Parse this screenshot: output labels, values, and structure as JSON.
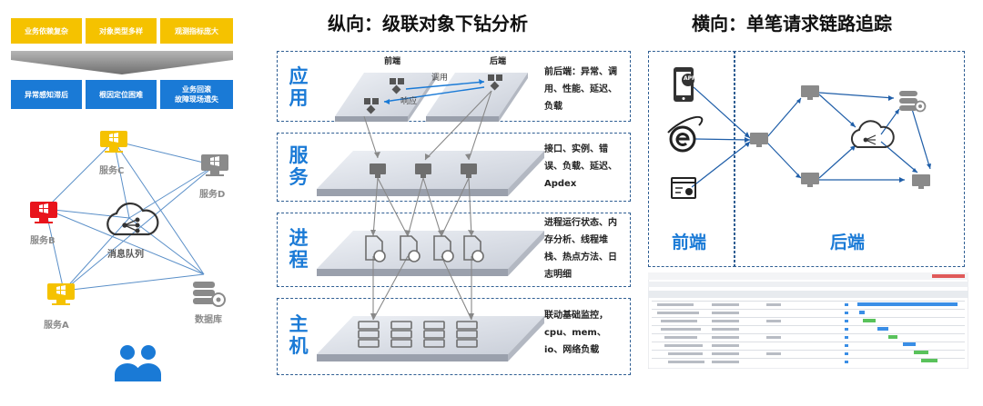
{
  "left_panel": {
    "top_boxes": [
      "业务依赖复杂",
      "对象类型多样",
      "观测指标庞大"
    ],
    "bottom_boxes": [
      "异常感知滞后",
      "根因定位困难",
      "业务回滚\n故障现场遗失"
    ],
    "nodes": {
      "service_c": "服务C",
      "service_d": "服务D",
      "service_b": "服务B",
      "message_queue": "消息队列",
      "service_a": "服务A",
      "database": "数据库"
    }
  },
  "middle_panel": {
    "title": "纵向：级联对象下钻分析",
    "frontend": "前端",
    "backend": "后端",
    "call": "调用",
    "response": "响应",
    "layers": [
      {
        "label": "应\n用",
        "desc": "前后端：异常、调用、性能、延迟、负载"
      },
      {
        "label": "服\n务",
        "desc": "接口、实例、错误、负载、延迟、Apdex"
      },
      {
        "label": "进\n程",
        "desc": "进程运行状态、内存分析、线程堆栈、热点方法、日志明细"
      },
      {
        "label": "主\n机",
        "desc": "联动基础监控，cpu、mem、io、网络负载"
      }
    ]
  },
  "right_panel": {
    "title": "横向：单笔请求链路追踪",
    "frontend": "前端",
    "backend": "后端",
    "app_label": "APP"
  },
  "colors": {
    "yellow": "#f5c200",
    "blue": "#1a7ad6",
    "red": "#e8141c",
    "gray": "#8a8a8a",
    "dash": "#2f5e93"
  }
}
